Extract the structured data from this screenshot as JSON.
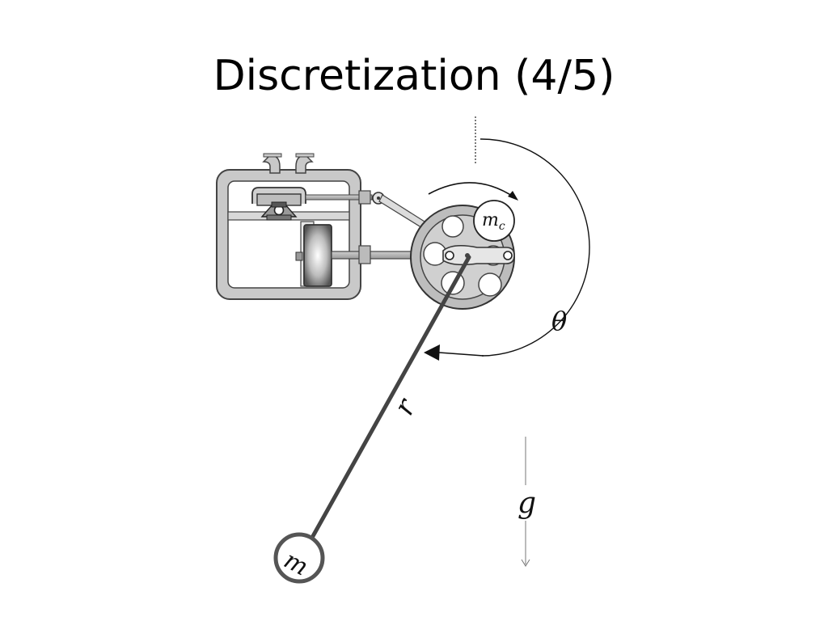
{
  "slide": {
    "title": "Discretization (4/5)"
  },
  "diagram": {
    "labels": {
      "mc_base": "m",
      "mc_sub": "c",
      "theta": "θ",
      "r": "r",
      "g": "g",
      "m": "m"
    }
  }
}
